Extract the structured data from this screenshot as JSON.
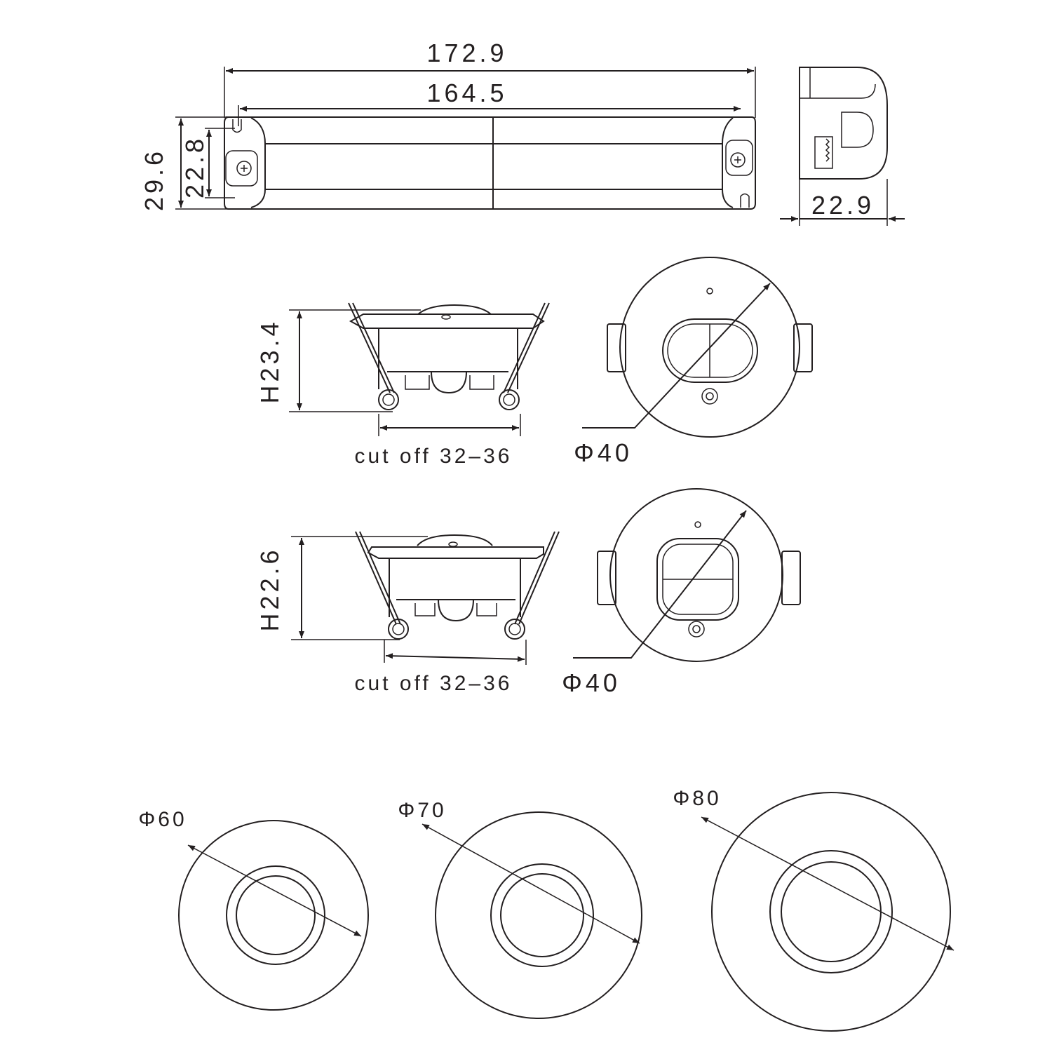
{
  "driver": {
    "length_overall": "172.9",
    "length_mount": "164.5",
    "height_overall": "29.6",
    "height_body": "22.8",
    "width": "22.9"
  },
  "sensor_a": {
    "height": "H23.4",
    "cutout": "cut off 32–36",
    "diameter": "Φ40"
  },
  "sensor_b": {
    "height": "H22.6",
    "cutout": "cut off 32–36",
    "diameter": "Φ40"
  },
  "covers": [
    {
      "diameter": "Φ60"
    },
    {
      "diameter": "Φ70"
    },
    {
      "diameter": "Φ80"
    }
  ],
  "colors": {
    "line": "#231f20",
    "background": "#ffffff"
  }
}
